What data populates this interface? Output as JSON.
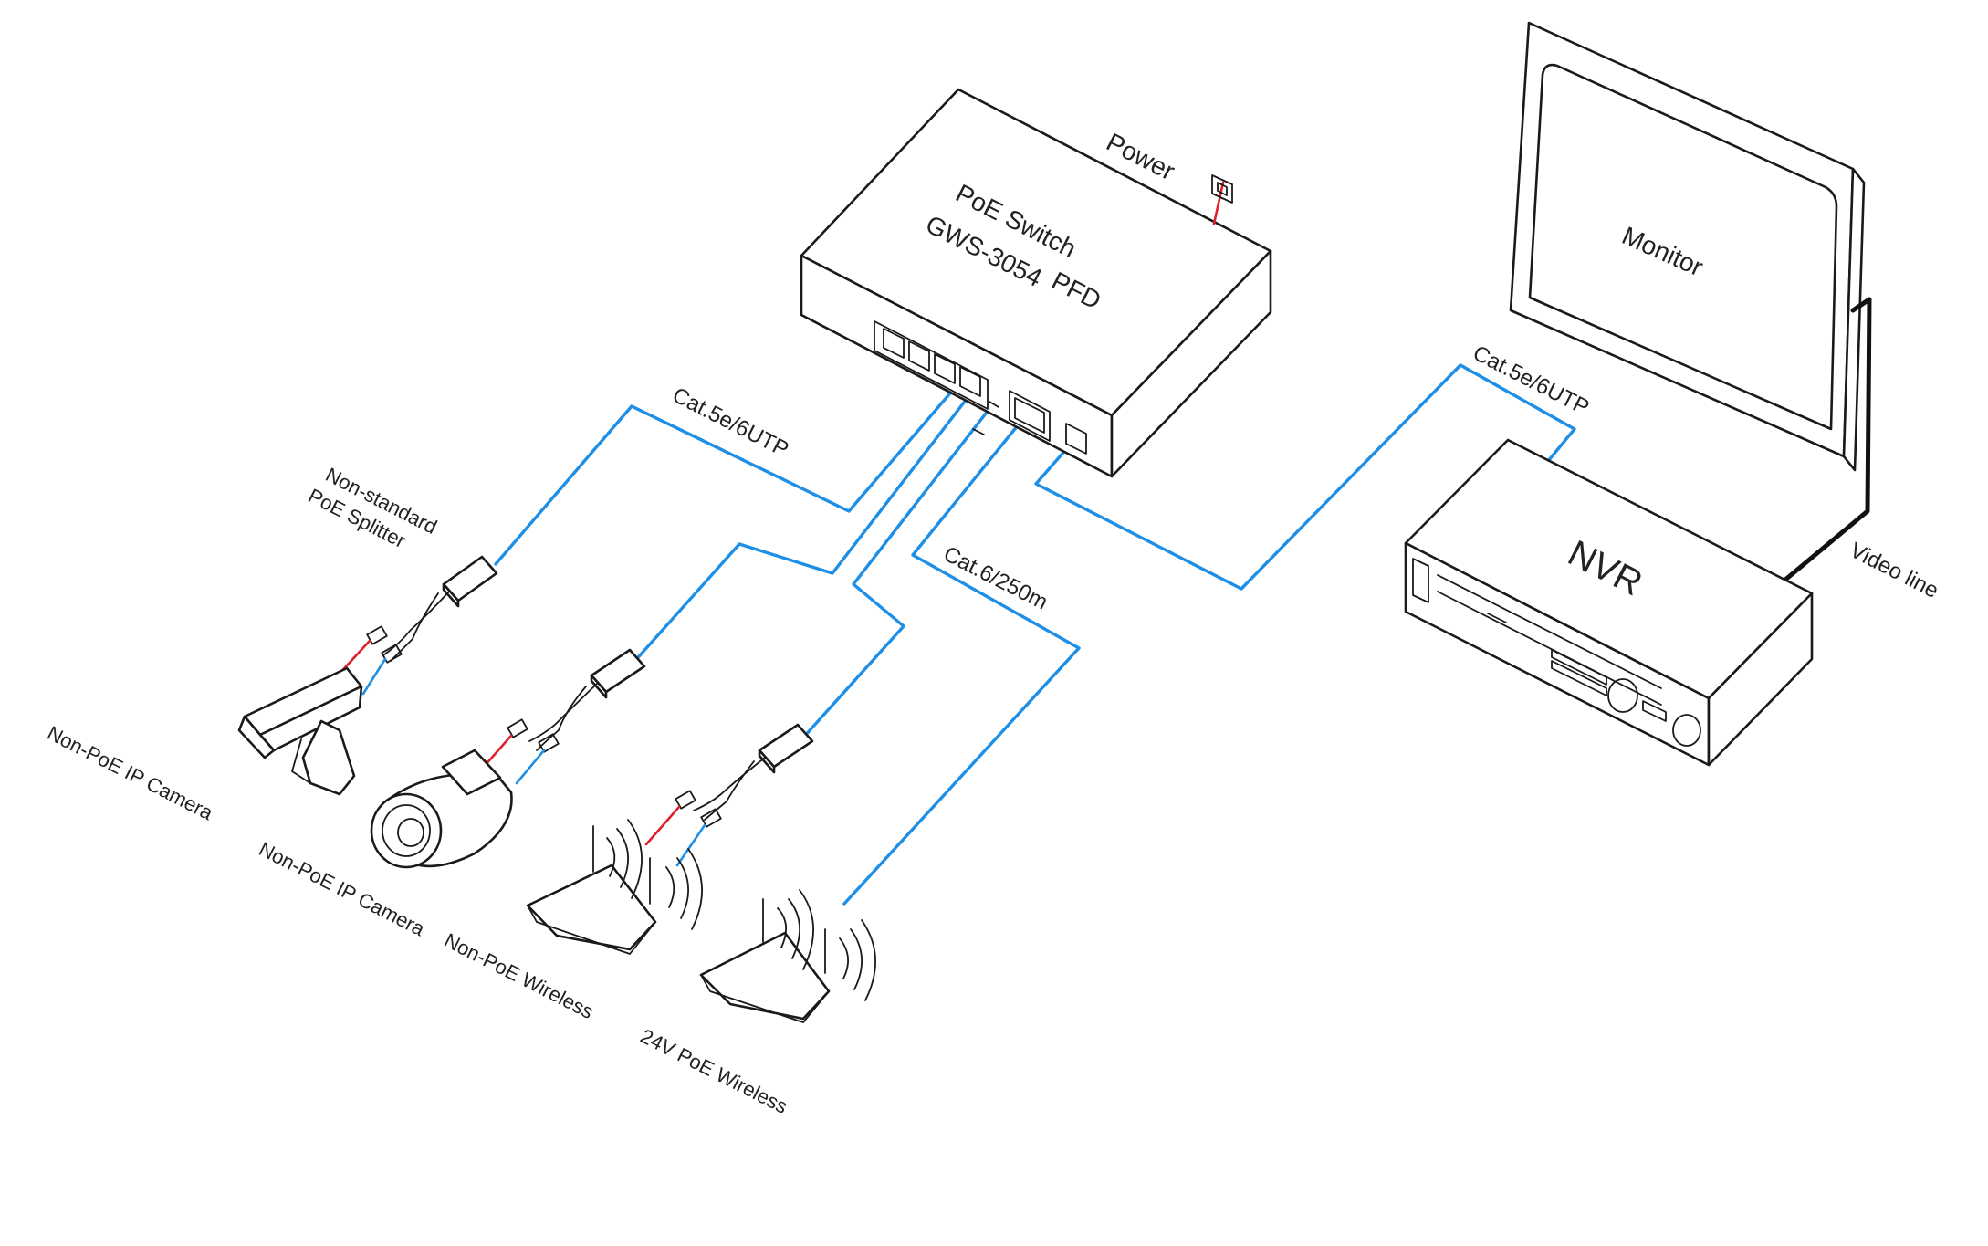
{
  "switch": {
    "line1": "PoE Switch",
    "line2": "GWS-3054",
    "suffix": "PFD",
    "power_label": "Power"
  },
  "monitor": {
    "label": "Monitor"
  },
  "nvr": {
    "label": "NVR"
  },
  "cables": {
    "switch_to_splitter": "Cat.5e/6UTP",
    "switch_to_nvr": "Cat.5e/6UTP",
    "long_run": "Cat.6/250m",
    "video": "Video line"
  },
  "splitter": {
    "line1": "Non-standard",
    "line2": "PoE Splitter"
  },
  "devices": [
    {
      "label": "Non-PoE IP Camera"
    },
    {
      "label": "Non-PoE IP Camera"
    },
    {
      "label": "Non-PoE  Wireless"
    },
    {
      "label": "24V PoE Wireless"
    }
  ],
  "colors": {
    "cable": "#1e8fe6",
    "power_wire": "#e0202a",
    "outline": "#1a1a1a"
  }
}
